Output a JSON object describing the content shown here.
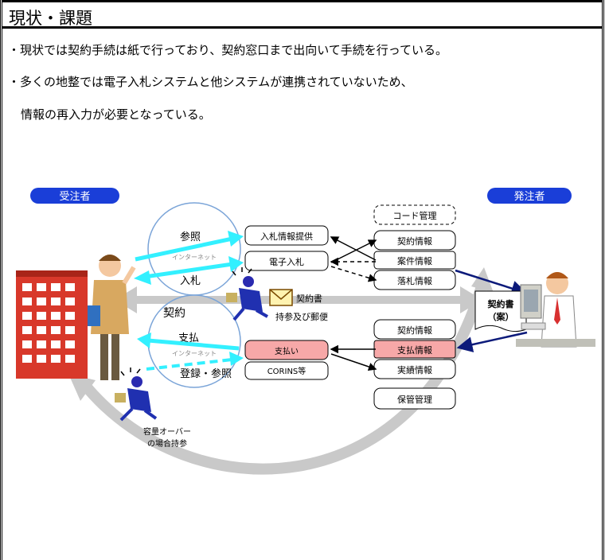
{
  "header": {
    "title": "現状・課題"
  },
  "bullets": {
    "line1": "・現状では契約手続は紙で行っており、契約窓口まで出向いて手続を行っている。",
    "line2": "・多くの地整では電子入札システムと他システムが連携されていないため、",
    "line3": "情報の再入力が必要となっている。"
  },
  "diagram": {
    "contractor": "受注者",
    "orderer": "発注者",
    "code_management": "コード管理",
    "reference": "参照",
    "internet_top": "インターネット",
    "bidding": "入札",
    "contract": "契約",
    "contract_doc": "契約書",
    "carry_mail": "持参及び郵便",
    "payment": "支払",
    "internet_bottom": "インターネット",
    "register_reference": "登録・参照",
    "overflow_line1": "容量オーバー",
    "overflow_line2": "の場合持参",
    "draft_line1": "契約書",
    "draft_line2": "（案）",
    "contractor_systems": [
      "入札情報提供",
      "電子入札",
      "支払い",
      "CORINS等"
    ],
    "orderer_systems_top": [
      "契約情報",
      "案件情報",
      "落札情報"
    ],
    "orderer_systems_bottom": [
      "契約情報",
      "支払情報",
      "実績情報",
      "保管管理"
    ]
  },
  "colors": {
    "badge_blue": "#1a3ed8",
    "cyan_arrow": "#33f0ff",
    "gray_arrow": "#c9c9c9",
    "navy_arrow": "#0c1a7a",
    "pink_fill": "#f7a8a8",
    "circle_stroke": "#7aa4d8"
  }
}
